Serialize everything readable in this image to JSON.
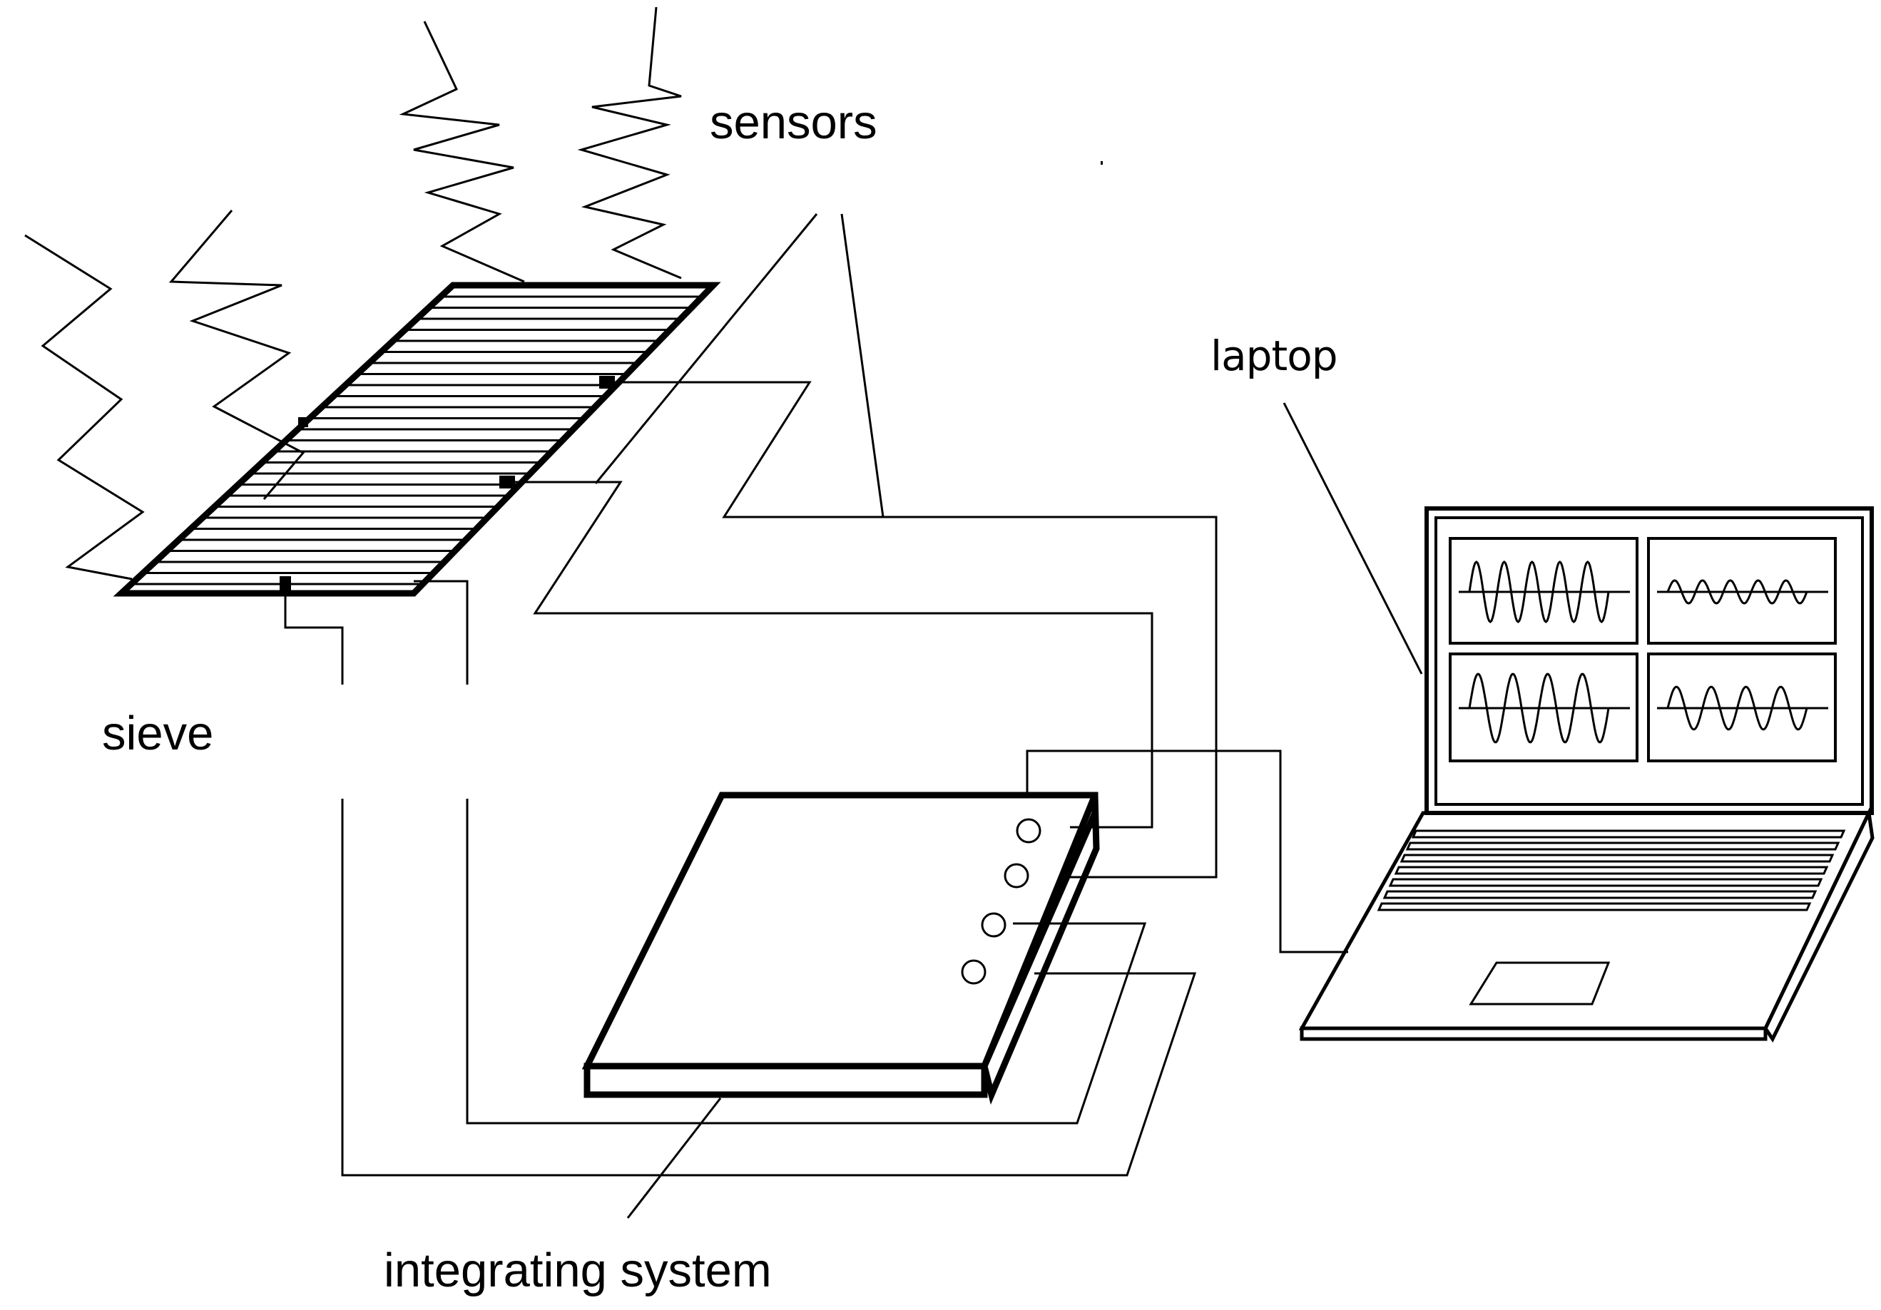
{
  "labels": {
    "sensors": "sensors",
    "sieve": "sieve",
    "laptop": "laptop",
    "integrating_system": "integrating system"
  },
  "colors": {
    "ink": "#000000",
    "background": "#ffffff"
  }
}
